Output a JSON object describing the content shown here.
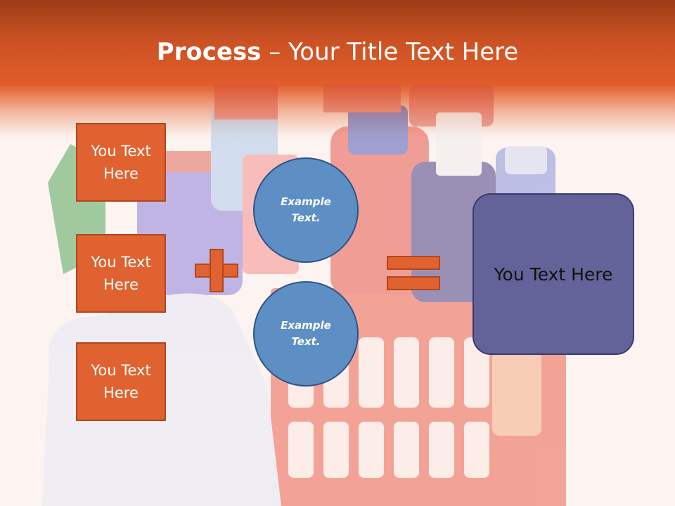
{
  "slide": {
    "title_bold": "Process",
    "title_rest": " – Your Title Text Here",
    "boxes": [
      "You Text\nHere",
      "You Text\nHere",
      "You Text\nHere"
    ],
    "circles": [
      "Example\nText.",
      "Example\nText."
    ],
    "result": "You Text Here"
  },
  "colors": {
    "header": "#e15d2a",
    "box": "#e06230",
    "circle": "#5e8fc4",
    "result": "#636399"
  }
}
